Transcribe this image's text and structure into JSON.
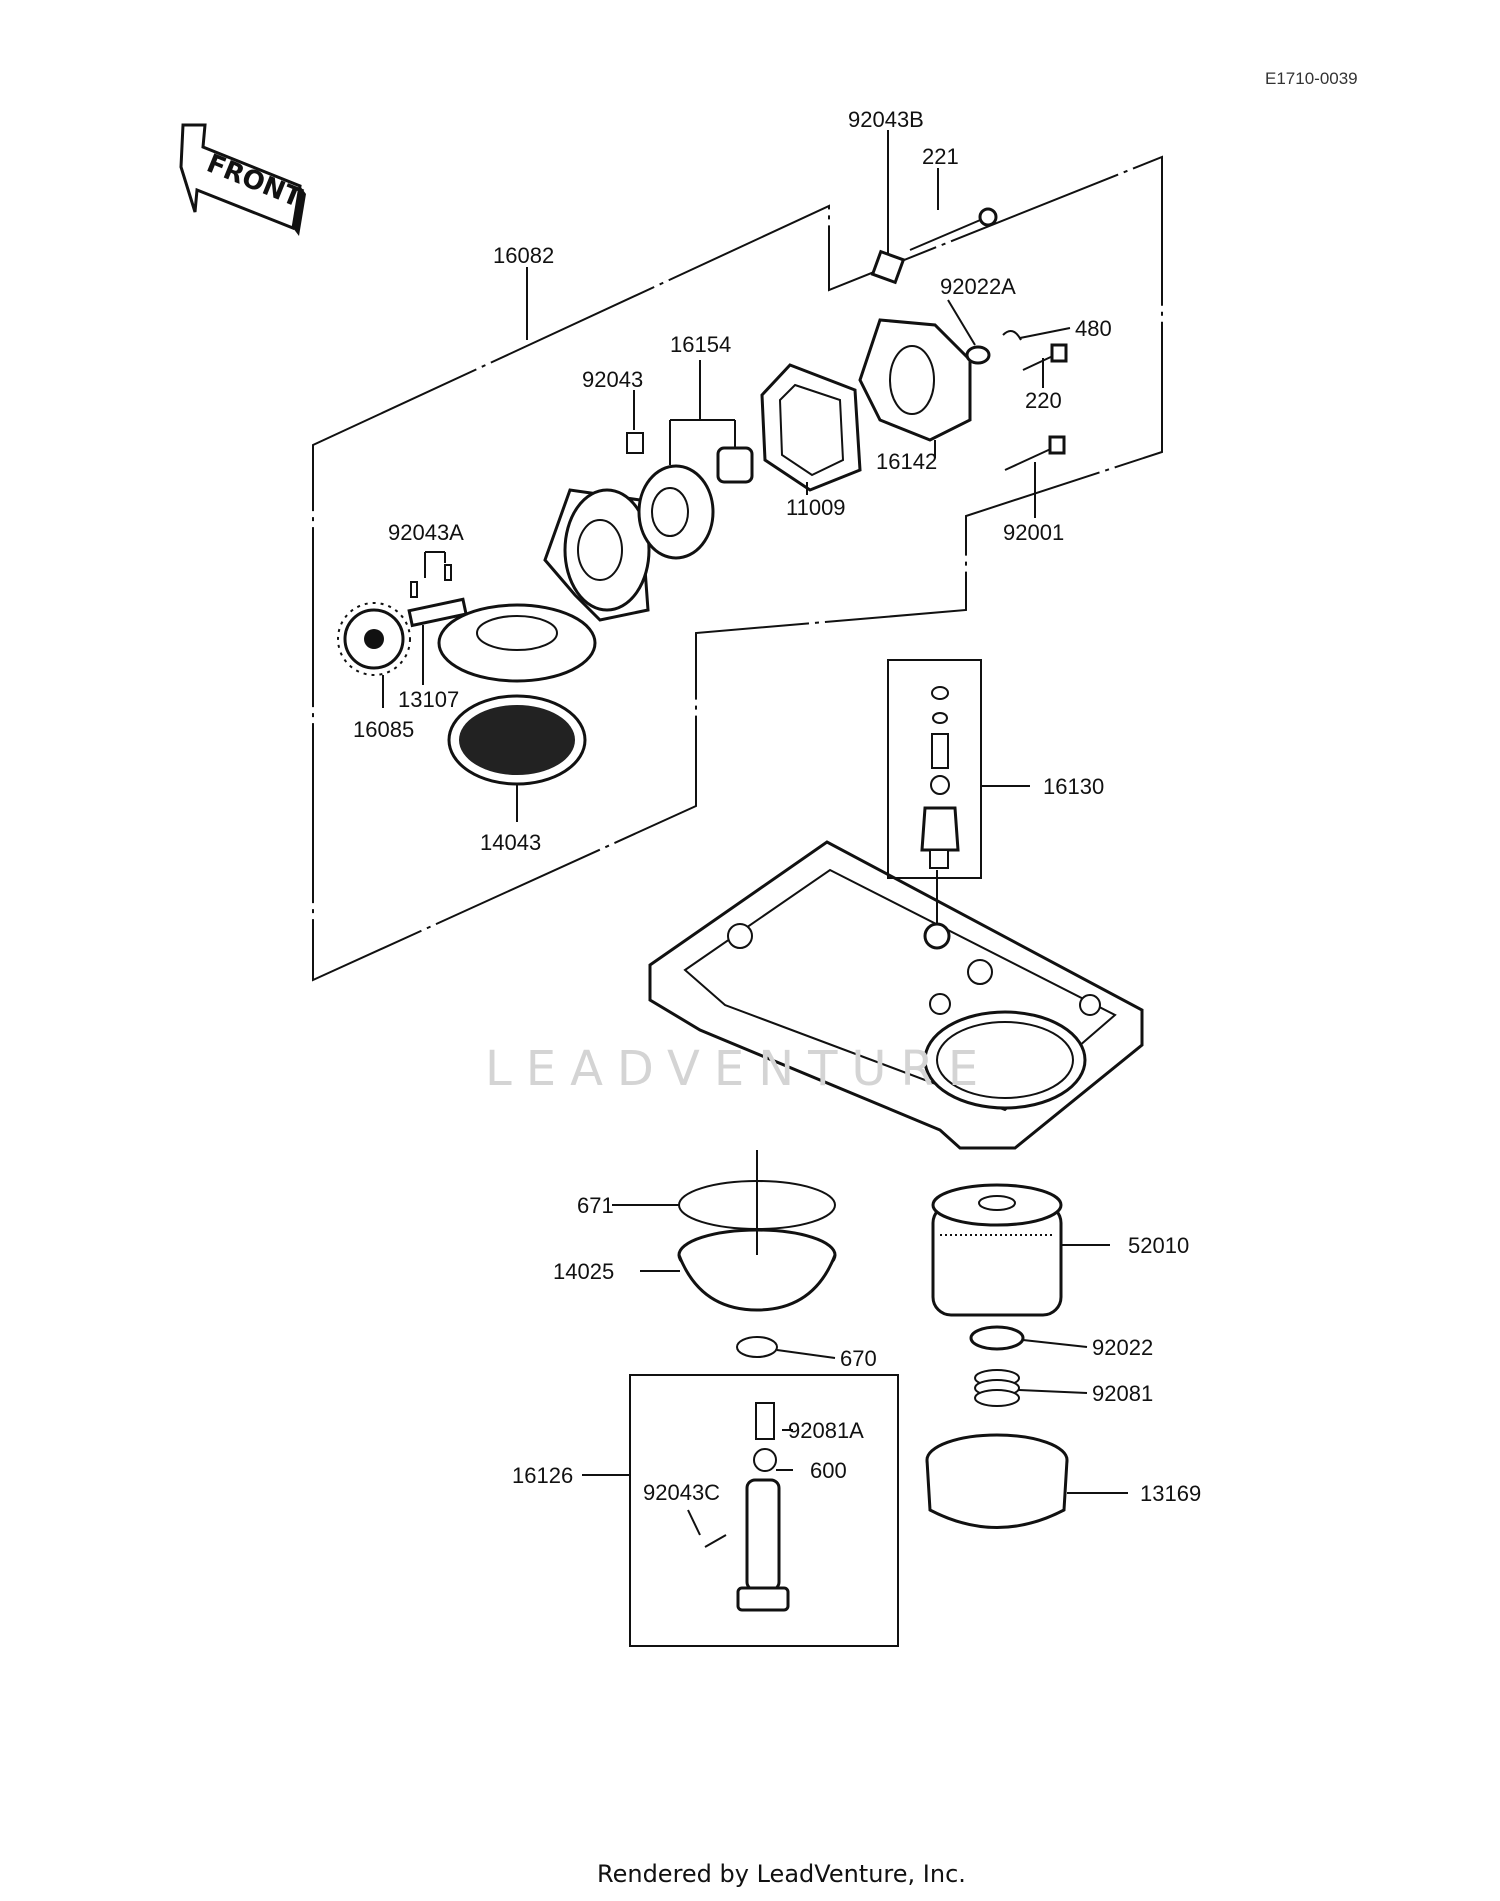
{
  "diagram_code": "E1710-0039",
  "front_label": "FRONT",
  "watermark": "LEADVENTURE",
  "footer": "Rendered by LeadVenture, Inc.",
  "parts": [
    {
      "id": "16082"
    },
    {
      "id": "92043B"
    },
    {
      "id": "221"
    },
    {
      "id": "92022A"
    },
    {
      "id": "480"
    },
    {
      "id": "220"
    },
    {
      "id": "16154"
    },
    {
      "id": "92043"
    },
    {
      "id": "16142"
    },
    {
      "id": "11009"
    },
    {
      "id": "92001"
    },
    {
      "id": "92043A"
    },
    {
      "id": "13107"
    },
    {
      "id": "16085"
    },
    {
      "id": "14043"
    },
    {
      "id": "16130"
    },
    {
      "id": "671"
    },
    {
      "id": "14025"
    },
    {
      "id": "52010"
    },
    {
      "id": "670"
    },
    {
      "id": "92022"
    },
    {
      "id": "92081"
    },
    {
      "id": "16126"
    },
    {
      "id": "92081A"
    },
    {
      "id": "600"
    },
    {
      "id": "92043C"
    },
    {
      "id": "13169"
    }
  ]
}
